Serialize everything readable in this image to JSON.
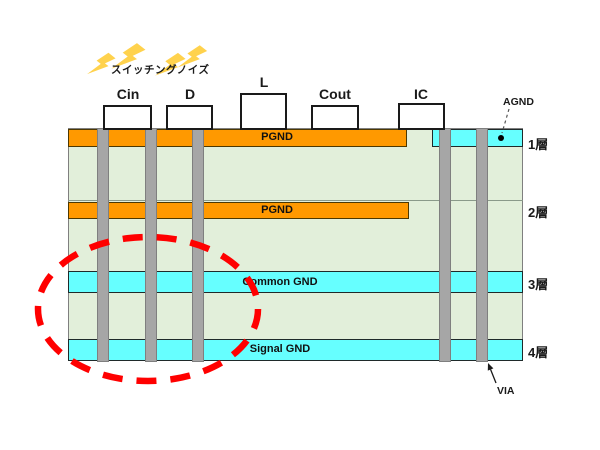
{
  "noise_label": "スイッチングノイズ",
  "components": {
    "cin": "Cin",
    "d": "D",
    "l": "L",
    "cout": "Cout",
    "ic": "IC"
  },
  "plane_labels": {
    "pgnd_layer1": "PGND",
    "pgnd_layer2": "PGND",
    "common_gnd": "Common GND",
    "signal_gnd": "Signal GND"
  },
  "layer_labels": {
    "layer1": "1層",
    "layer2": "2層",
    "layer3": "3層",
    "layer4": "4層"
  },
  "annotations": {
    "agnd": "AGND",
    "via": "VIA"
  },
  "colors": {
    "pgnd_orange": "#FF9900",
    "gnd_cyan": "#66FFFF",
    "dielectric_green": "#E2EFDA",
    "via_gray": "#A6A6A6",
    "highlight_red": "#FF0000",
    "noise_bolt_yellow": "#FFD24D"
  }
}
